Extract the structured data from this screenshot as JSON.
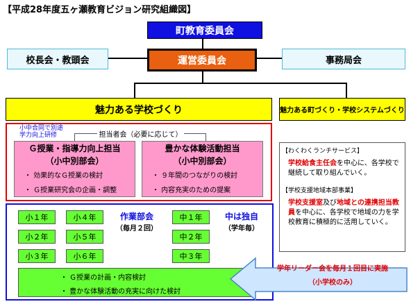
{
  "title": "【平成28年度五ヶ瀬教育ビジョン研究組織図】",
  "board": "町教育委員会",
  "principals": "校長会・教頭会",
  "steering": "運営委員会",
  "office": "事務局会",
  "school_making": "魅力ある学校づくり",
  "town_making": "魅力ある町づくり・学校システムづくり",
  "joint_note": [
    "小中合同で別途",
    "学力向上研修"
  ],
  "persons_in_charge": "担当者会（必要に応じて）",
  "g_class": {
    "title": "Ｇ授業・指導力向上担当",
    "sub": "（小中別部会）",
    "items": [
      "・ 効果的なＧ授業の検討",
      "・ Ｇ授業研究会の企画・調整"
    ]
  },
  "experience": {
    "title": "豊かな体験活動担当",
    "sub": "（小中別部会）",
    "items": [
      "・ ９年間のつながりの検討",
      "・ 内容充実のための提案"
    ]
  },
  "elementary_grades": [
    "小１年",
    "小４年",
    "小２年",
    "小５年",
    "小３年",
    "小６年"
  ],
  "work_group": "作業部会",
  "work_group_freq": "（毎月２回）",
  "middle_grades": [
    "中１年",
    "中２年",
    "中３年"
  ],
  "middle_note": "中は独自",
  "middle_note_sub": "（学年毎）",
  "green_items": [
    "・ Ｇ授業の計画・内容検討",
    "・ 豊かな体験活動の充実に向けた検討"
  ],
  "lunch_heading": "【わくわくランチサービス】",
  "lunch_text_red": "学校給食主任会",
  "lunch_text_rest": "を中心に、各学校で継続して取り組んでいく。",
  "support_heading": "【学校支援地域本部事業】",
  "support_text_red1": "学校支援室",
  "support_text_mid": "及び",
  "support_text_red2": "地域との連携担当教員",
  "support_text_rest": "を中心に、各学校で地域の力を学校教育に積極的に活用していく。",
  "leader_meeting": "学年リーダー会を毎月１回目に実施",
  "leader_meeting_sub": "（小学校のみ）",
  "colors": {
    "blue": "#1010e0",
    "orange": "#e86010",
    "yellow": "#ffff00",
    "pink": "#ff99cc",
    "green": "#66ff33",
    "red": "#e00000"
  }
}
